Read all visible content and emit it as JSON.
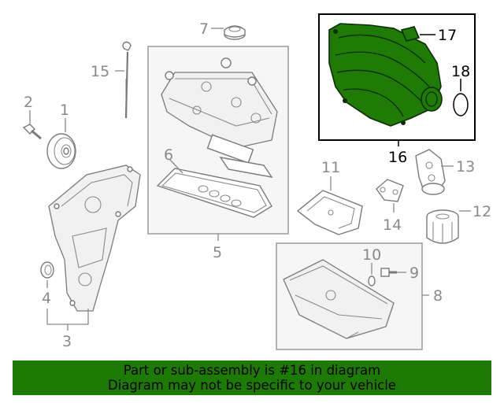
{
  "callouts": {
    "n1": "1",
    "n2": "2",
    "n3": "3",
    "n4": "4",
    "n5": "5",
    "n6": "6",
    "n7": "7",
    "n8": "8",
    "n9": "9",
    "n10": "10",
    "n11": "11",
    "n12": "12",
    "n13": "13",
    "n14": "14",
    "n15": "15",
    "n16": "16",
    "n17": "17",
    "n18": "18"
  },
  "banner": {
    "line1": "Part or sub-assembly is #16 in diagram",
    "line2": "Diagram may not be specific to your vehicle"
  },
  "colors": {
    "highlight_part": "#1f7a06",
    "banner_background": "#1d7a05",
    "callout_gray": "#8a8a8a"
  },
  "highlighted_part": "16"
}
